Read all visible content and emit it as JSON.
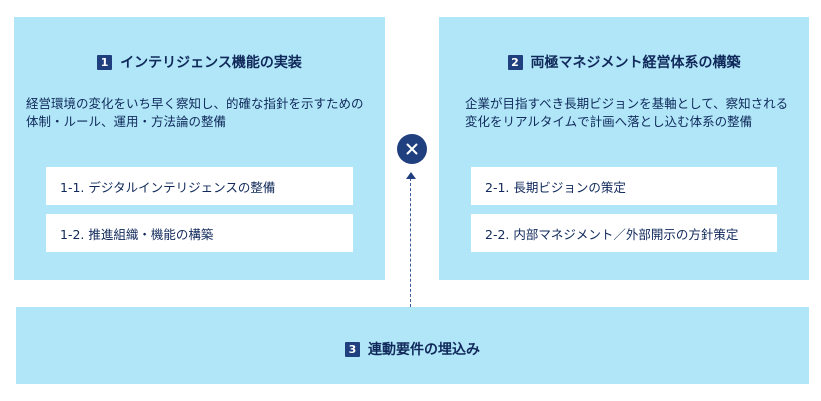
{
  "panels": [
    {
      "number": "1",
      "title": "インテリジェンス機能の実装",
      "description": "経営環境の変化をいち早く察知し、的確な指針を示すための体制・ルール、運用・方法論の整備",
      "items": [
        "1-1. デジタルインテリジェンスの整備",
        "1-2. 推進組織・機能の構築"
      ]
    },
    {
      "number": "2",
      "title": "両極マネジメント経営体系の構築",
      "description": "企業が目指すべき長期ビジョンを基軸として、察知される変化をリアルタイムで計画へ落とし込む体系の整備",
      "items": [
        "2-1. 長期ビジョンの策定",
        "2-2. 内部マネジメント／外部開示の方針策定"
      ]
    },
    {
      "number": "3",
      "title": "連動要件の埋込み"
    }
  ],
  "icons": {
    "combine": "cross-icon",
    "connector": "arrow-up-icon"
  },
  "colors": {
    "panel_bg": "#b0e6f8",
    "accent": "#1f3f7f",
    "text": "#10295a"
  }
}
